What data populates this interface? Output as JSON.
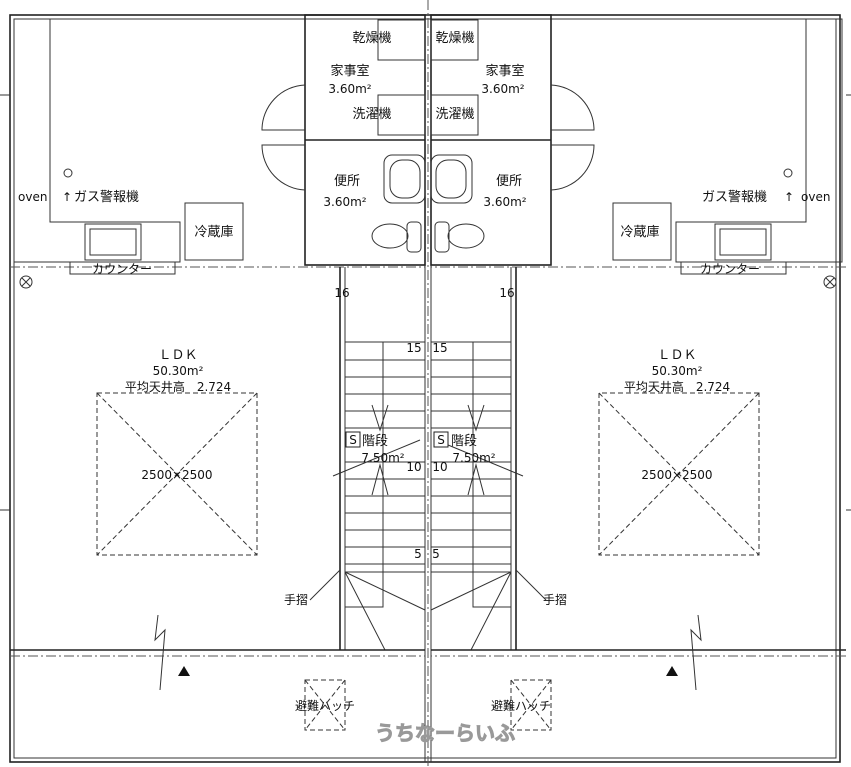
{
  "rooms": {
    "utility": {
      "name": "家事室",
      "area": "3.60m²",
      "dryer": "乾燥機",
      "washer": "洗濯機"
    },
    "toilet": {
      "name": "便所",
      "area": "3.60m²"
    },
    "ldk": {
      "name": "ＬＤＫ",
      "area": "50.30m²",
      "ceiling": "平均天井高　2.724",
      "void": "2500×2500"
    },
    "stairs": {
      "name": "階段",
      "area": "7.50m²",
      "badge": "S",
      "steps": [
        "16",
        "15",
        "10",
        "5"
      ]
    },
    "kitchen": {
      "oven": "oven",
      "gas_alarm": "ガス警報機",
      "fridge": "冷蔵庫",
      "counter": "カウンター"
    },
    "handrail": "手摺",
    "hatch": "避難ハッチ"
  },
  "watermark": "うちなーらいふ"
}
